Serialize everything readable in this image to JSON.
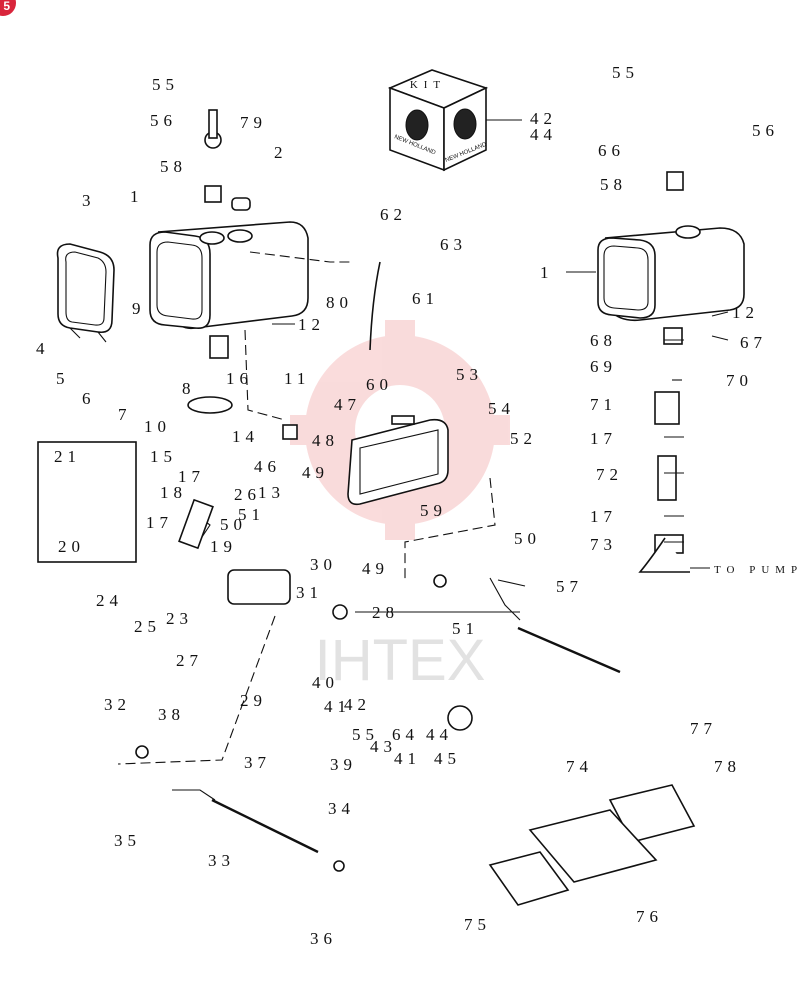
{
  "badge": "5",
  "kit_box": {
    "title": "KIT",
    "logo_text": "NEW HOLLAND"
  },
  "notes": {
    "to_pump": "TO PUMP"
  },
  "watermark": "IHTEX",
  "callouts": [
    {
      "id": "c1",
      "text": "55"
    },
    {
      "id": "c2",
      "text": "56"
    },
    {
      "id": "c3",
      "text": "79"
    },
    {
      "id": "c4",
      "text": "2"
    },
    {
      "id": "c5",
      "text": "58"
    },
    {
      "id": "c6",
      "text": "1"
    },
    {
      "id": "c7",
      "text": "3"
    },
    {
      "id": "c8",
      "text": "42"
    },
    {
      "id": "c9",
      "text": "44"
    },
    {
      "id": "c10",
      "text": "55"
    },
    {
      "id": "c11",
      "text": "56"
    },
    {
      "id": "c12",
      "text": "66"
    },
    {
      "id": "c13",
      "text": "58"
    },
    {
      "id": "c14",
      "text": "1"
    },
    {
      "id": "c15",
      "text": "12"
    },
    {
      "id": "c16",
      "text": "67"
    },
    {
      "id": "c17",
      "text": "68"
    },
    {
      "id": "c18",
      "text": "69"
    },
    {
      "id": "c19",
      "text": "70"
    },
    {
      "id": "c20",
      "text": "71"
    },
    {
      "id": "c21",
      "text": "17"
    },
    {
      "id": "c22",
      "text": "72"
    },
    {
      "id": "c23",
      "text": "17"
    },
    {
      "id": "c24",
      "text": "73"
    },
    {
      "id": "c25",
      "text": "62"
    },
    {
      "id": "c26",
      "text": "63"
    },
    {
      "id": "c27",
      "text": "80"
    },
    {
      "id": "c28",
      "text": "61"
    },
    {
      "id": "c29",
      "text": "60"
    },
    {
      "id": "c30",
      "text": "12"
    },
    {
      "id": "c31",
      "text": "11"
    },
    {
      "id": "c32",
      "text": "9"
    },
    {
      "id": "c33",
      "text": "4"
    },
    {
      "id": "c34",
      "text": "5"
    },
    {
      "id": "c35",
      "text": "6"
    },
    {
      "id": "c36",
      "text": "7"
    },
    {
      "id": "c37",
      "text": "8"
    },
    {
      "id": "c38",
      "text": "10"
    },
    {
      "id": "c39",
      "text": "16"
    },
    {
      "id": "c40",
      "text": "14"
    },
    {
      "id": "c41",
      "text": "15"
    },
    {
      "id": "c42",
      "text": "47"
    },
    {
      "id": "c43",
      "text": "48"
    },
    {
      "id": "c44",
      "text": "46"
    },
    {
      "id": "c45",
      "text": "49"
    },
    {
      "id": "c46",
      "text": "13"
    },
    {
      "id": "c47",
      "text": "53"
    },
    {
      "id": "c48",
      "text": "54"
    },
    {
      "id": "c49",
      "text": "52"
    },
    {
      "id": "c50",
      "text": "59"
    },
    {
      "id": "c51",
      "text": "21"
    },
    {
      "id": "c52",
      "text": "20"
    },
    {
      "id": "c53",
      "text": "17"
    },
    {
      "id": "c54",
      "text": "18"
    },
    {
      "id": "c55",
      "text": "17"
    },
    {
      "id": "c56",
      "text": "19"
    },
    {
      "id": "c57",
      "text": "26"
    },
    {
      "id": "c58",
      "text": "51"
    },
    {
      "id": "c59",
      "text": "50"
    },
    {
      "id": "c60",
      "text": "30"
    },
    {
      "id": "c61",
      "text": "49"
    },
    {
      "id": "c62",
      "text": "50"
    },
    {
      "id": "c63",
      "text": "57"
    },
    {
      "id": "c64",
      "text": "31"
    },
    {
      "id": "c65",
      "text": "24"
    },
    {
      "id": "c66",
      "text": "25"
    },
    {
      "id": "c67",
      "text": "23"
    },
    {
      "id": "c68",
      "text": "27"
    },
    {
      "id": "c69",
      "text": "28"
    },
    {
      "id": "c70",
      "text": "51"
    },
    {
      "id": "c71",
      "text": "29"
    },
    {
      "id": "c72",
      "text": "40"
    },
    {
      "id": "c73",
      "text": "41"
    },
    {
      "id": "c74",
      "text": "42"
    },
    {
      "id": "c75",
      "text": "55"
    },
    {
      "id": "c76",
      "text": "64"
    },
    {
      "id": "c77",
      "text": "44"
    },
    {
      "id": "c78",
      "text": "43"
    },
    {
      "id": "c79",
      "text": "39"
    },
    {
      "id": "c80",
      "text": "41"
    },
    {
      "id": "c81",
      "text": "45"
    },
    {
      "id": "c82",
      "text": "32"
    },
    {
      "id": "c83",
      "text": "38"
    },
    {
      "id": "c84",
      "text": "37"
    },
    {
      "id": "c85",
      "text": "35"
    },
    {
      "id": "c86",
      "text": "33"
    },
    {
      "id": "c87",
      "text": "34"
    },
    {
      "id": "c88",
      "text": "36"
    },
    {
      "id": "c89",
      "text": "77"
    },
    {
      "id": "c90",
      "text": "74"
    },
    {
      "id": "c91",
      "text": "78"
    },
    {
      "id": "c92",
      "text": "75"
    },
    {
      "id": "c93",
      "text": "76"
    }
  ]
}
